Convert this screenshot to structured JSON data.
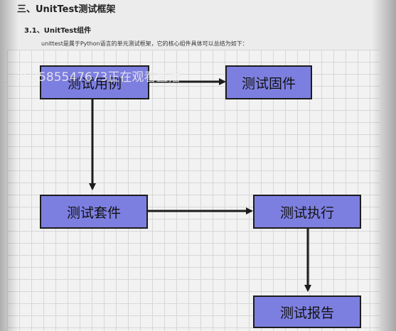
{
  "document": {
    "heading": "三、UnitTest测试框架",
    "subheading": "3.1、UnitTest组件",
    "paragraph": "unittest是属于Python语言的单元测试框架，它的核心组件具体可以总结为如下："
  },
  "diagram": {
    "nodes": {
      "test_case": "测试用例",
      "test_fixture": "测试固件",
      "test_suite": "测试套件",
      "test_runner": "测试执行",
      "test_report": "测试报告"
    },
    "node_fill": "#7d7fe0",
    "node_border": "#1c1c1c",
    "arrow_color": "#1c1c1c"
  },
  "overlay": {
    "watermark": "15352585547673正在观看直播"
  }
}
